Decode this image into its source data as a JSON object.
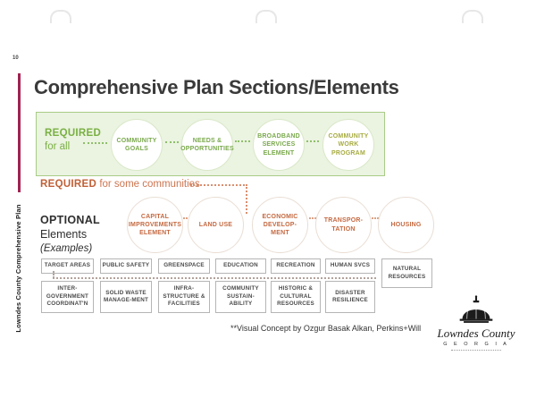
{
  "page": {
    "number": "10",
    "side_label": "Lowndes County Comprehensive Plan",
    "title": "Comprehensive Plan Sections/Elements",
    "attribution": "**Visual Concept by Ozgur Basak Alkan, Perkins+Will"
  },
  "required_all": {
    "label_bold": "REQUIRED",
    "label_rest": "for all",
    "circles": [
      {
        "label": "COMMUNITY\nGOALS",
        "color": "#7aa94c"
      },
      {
        "label": "NEEDS &\nOPPORTUNITIES",
        "color": "#7aa94c"
      },
      {
        "label": "BROADBAND\nSERVICES\nELEMENT",
        "color": "#7aa94c"
      },
      {
        "label": "COMMUNITY\nWORK\nPROGRAM",
        "color": "#a6ab40"
      }
    ]
  },
  "required_some": {
    "label_bold": "REQUIRED",
    "label_rest": "for some communities",
    "circles": [
      {
        "label": "CAPITAL\nIMPROVEMENTS\nELEMENT"
      },
      {
        "label": "LAND USE"
      },
      {
        "label": "ECONOMIC\nDEVELOP-\nMENT"
      },
      {
        "label": "TRANSPOR-\nTATION"
      },
      {
        "label": "HOUSING"
      }
    ]
  },
  "optional": {
    "heading": "OPTIONAL",
    "sub": "Elements",
    "examples": "(Examples)",
    "row1": [
      "TARGET AREAS",
      "PUBLIC SAFETY",
      "GREENSPACE",
      "EDUCATION",
      "RECREATION",
      "HUMAN SVCS"
    ],
    "tall_box": "NATURAL\nRESOURCES",
    "row2": [
      "INTER-\nGOVERNMENT\nCOORDINAT'N",
      "SOLID WASTE\nMANAGE-MENT",
      "INFRA-\nSTRUCTURE &\nFACILITIES",
      "COMMUNITY\nSUSTAIN-\nABILITY",
      "HISTORIC &\nCULTURAL\nRESOURCES",
      "DISASTER\nRESILIENCE"
    ]
  },
  "logo": {
    "name": "Lowndes County",
    "state": "G E O R G I A"
  },
  "colors": {
    "green_text": "#79b043",
    "olive_text": "#a6ab40",
    "orange_text": "#c56a42",
    "orange_label_bold": "#c05f36",
    "green_box_bg": "#ebf3e1",
    "green_box_border": "#a9cc87",
    "spine_line": "#a02350",
    "box_border": "#b5b5b5",
    "box_text": "#4a4a4a"
  }
}
